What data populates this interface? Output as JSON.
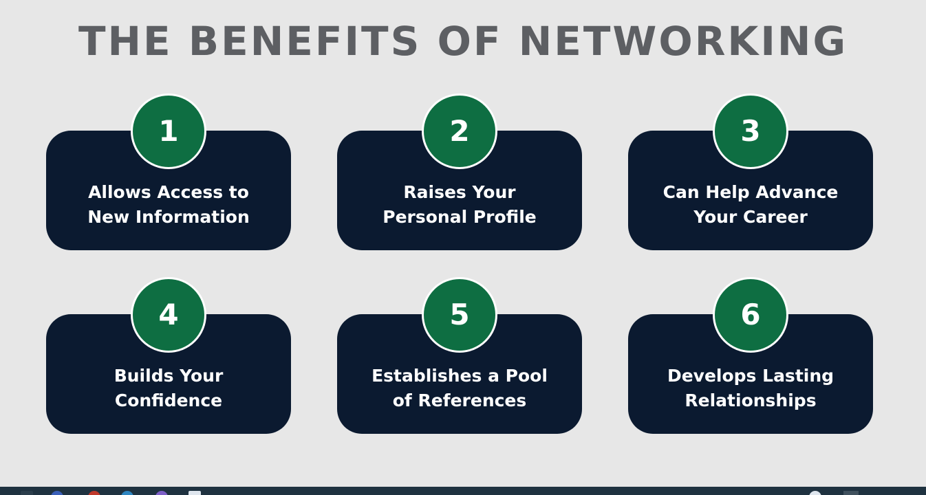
{
  "title": "THE BENEFITS OF NETWORKING",
  "colors": {
    "background": "#e7e7e7",
    "title": "#5d5f63",
    "card": "#0b1a30",
    "badge": "#0e6e42",
    "badge_border": "#ffffff",
    "card_text": "#ffffff"
  },
  "cards": [
    {
      "number": "1",
      "text": "Allows Access to\nNew Information"
    },
    {
      "number": "2",
      "text": "Raises Your\nPersonal Profile"
    },
    {
      "number": "3",
      "text": "Can Help Advance\nYour Career"
    },
    {
      "number": "4",
      "text": "Builds Your\nConfidence"
    },
    {
      "number": "5",
      "text": "Establishes a Pool\nof References"
    },
    {
      "number": "6",
      "text": "Develops Lasting\nRelationships"
    }
  ],
  "taskbar": {
    "icons": [
      "start-icon",
      "edge-icon",
      "chrome-icon",
      "browser-icon",
      "app-icon",
      "window-icon",
      "user-icon",
      "system-icon"
    ]
  }
}
